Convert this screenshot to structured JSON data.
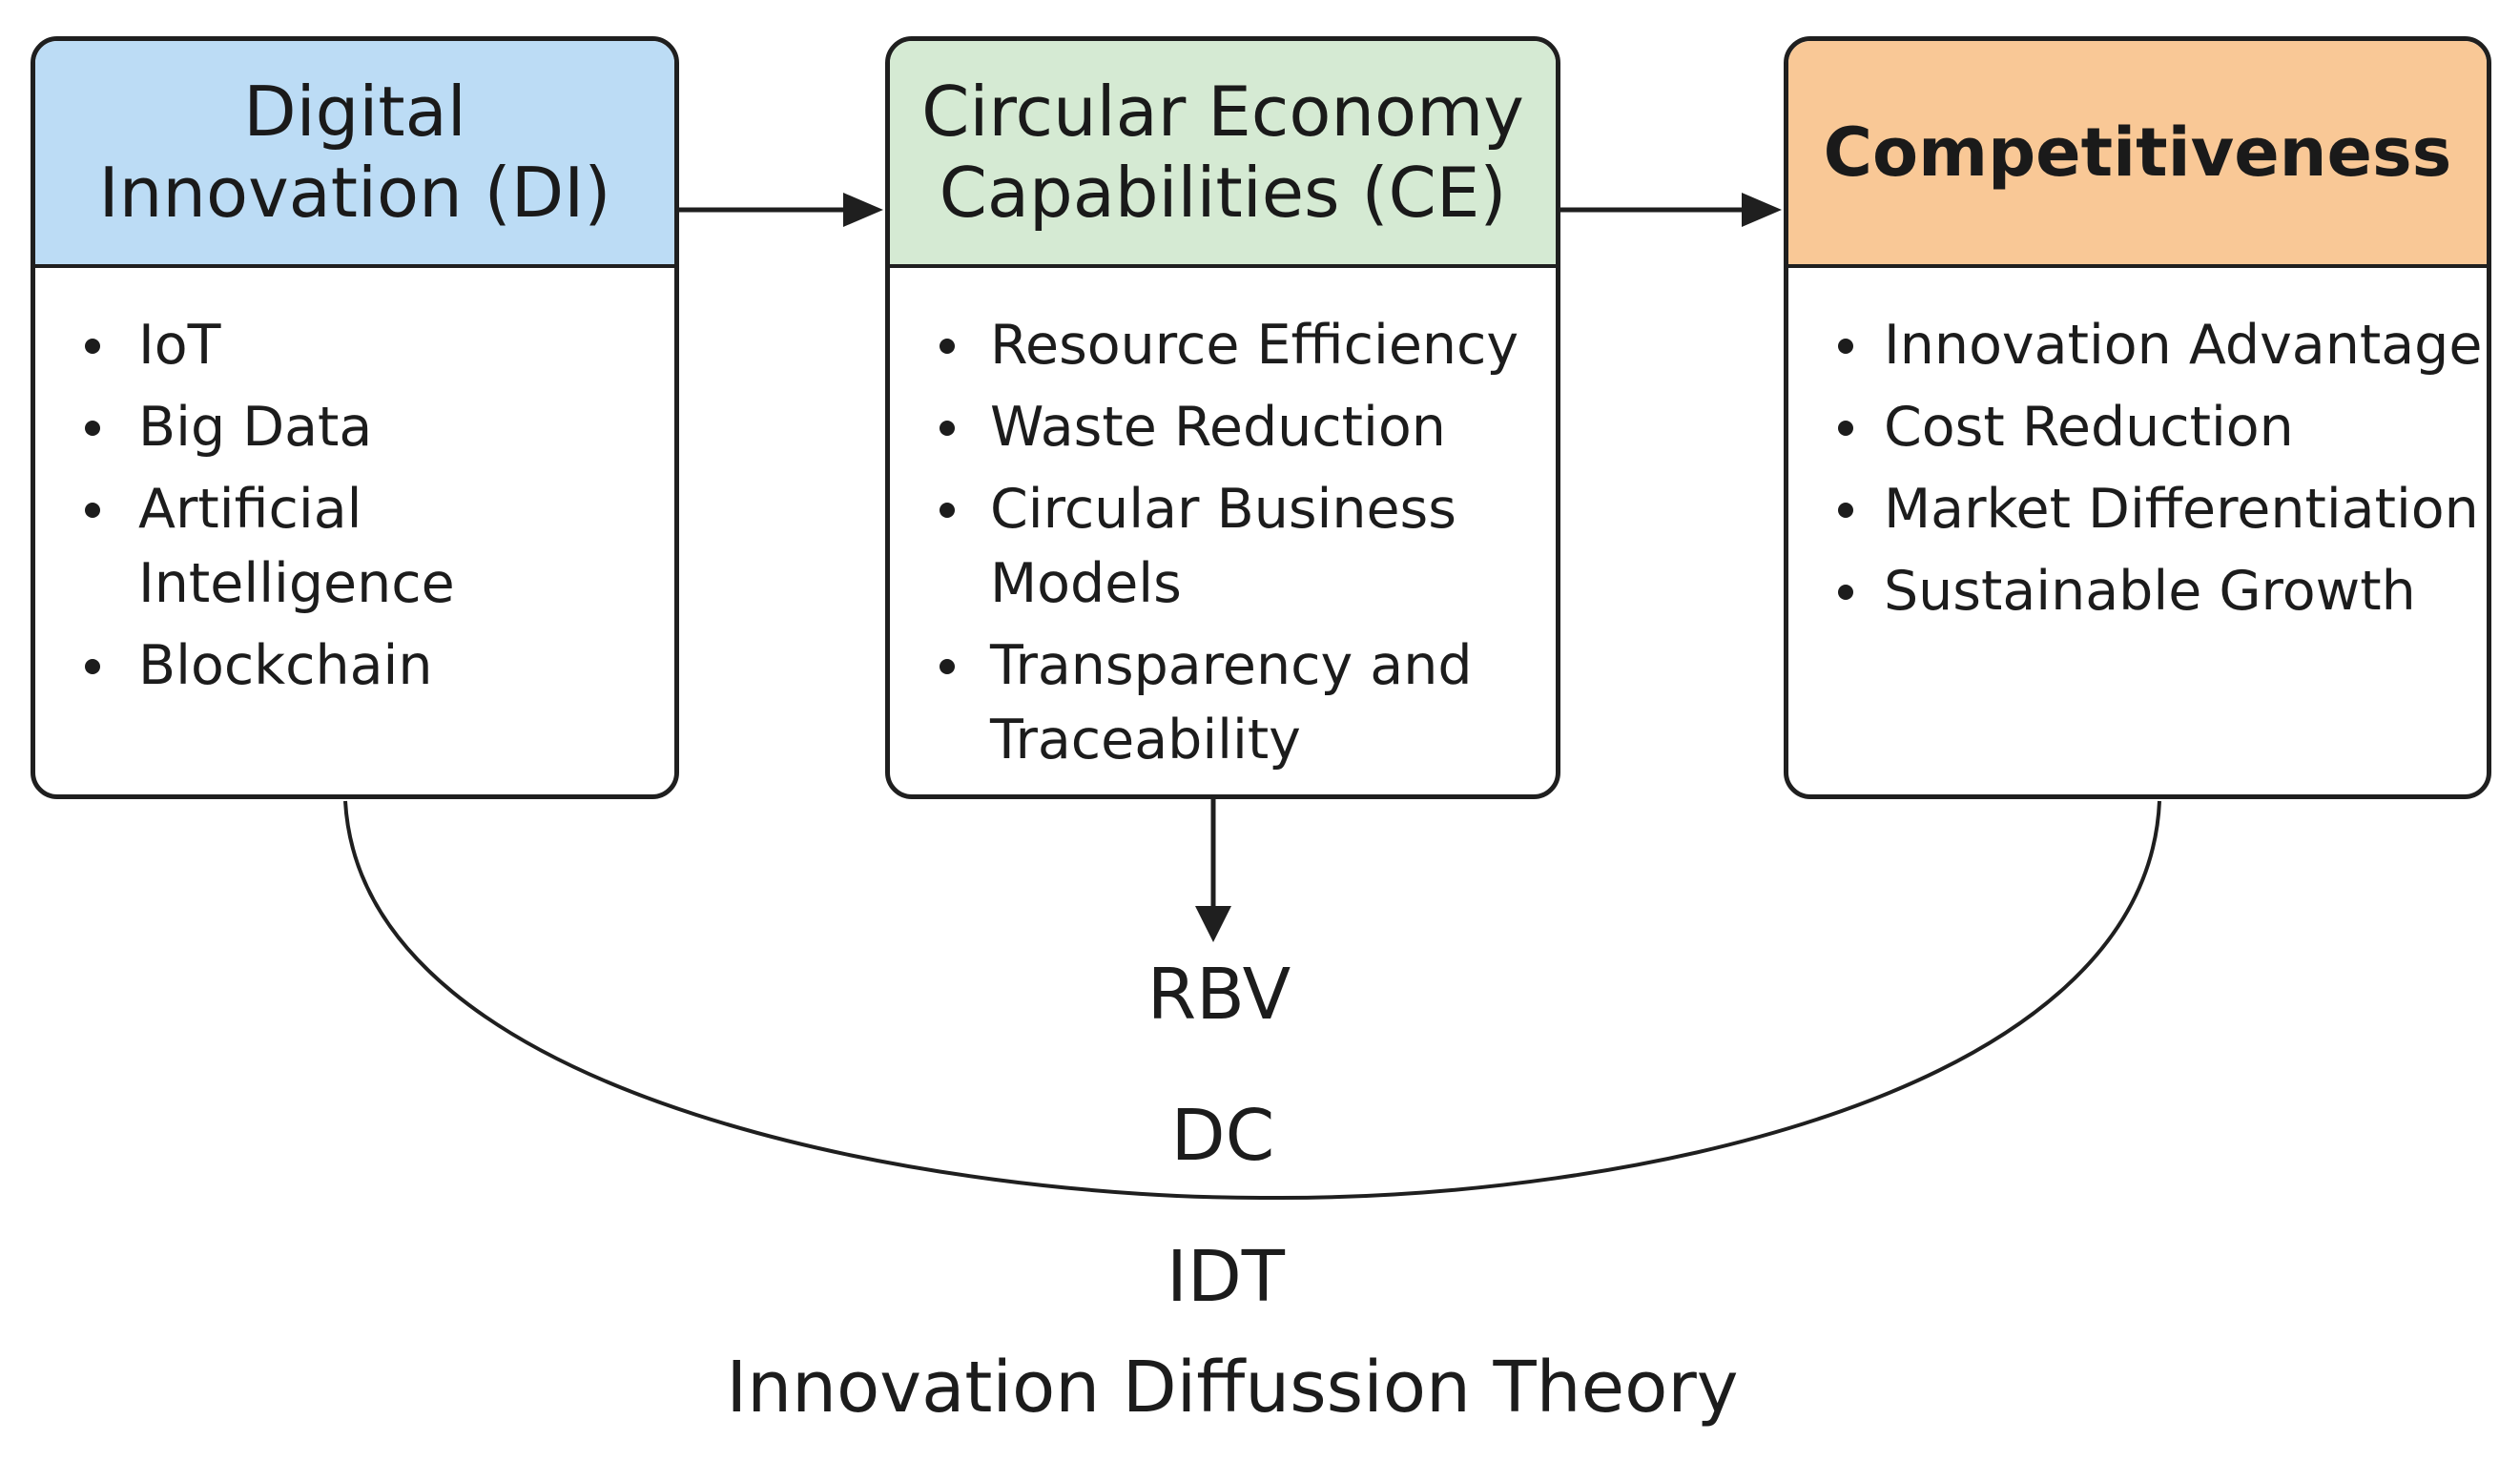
{
  "boxes": {
    "di": {
      "title": "Digital\nInnovation (DI)",
      "items": [
        "IoT",
        "Big Data",
        "Artificial Intelligence",
        "Blockchain"
      ],
      "header_color": "#bcdcf5"
    },
    "ce": {
      "title": "Circular Economy\nCapabilities (CE)",
      "items": [
        "Resource Efficiency",
        "Waste Reduction",
        "Circular Business Models",
        "Transparency and Traceability"
      ],
      "header_color": "#d5ead3"
    },
    "comp": {
      "title": "Competitiveness",
      "items": [
        "Innovation Advantage",
        "Cost Reduction",
        "Market Differentiation",
        "Sustainable Growth"
      ],
      "header_color": "#f9c896"
    }
  },
  "theories": {
    "rbv": "RBV",
    "dc": "DC",
    "idt": "IDT",
    "idt_full": "Innovation Diffussion Theory"
  },
  "colors": {
    "stroke": "#1f1f1f",
    "text": "#1c1c1c"
  }
}
